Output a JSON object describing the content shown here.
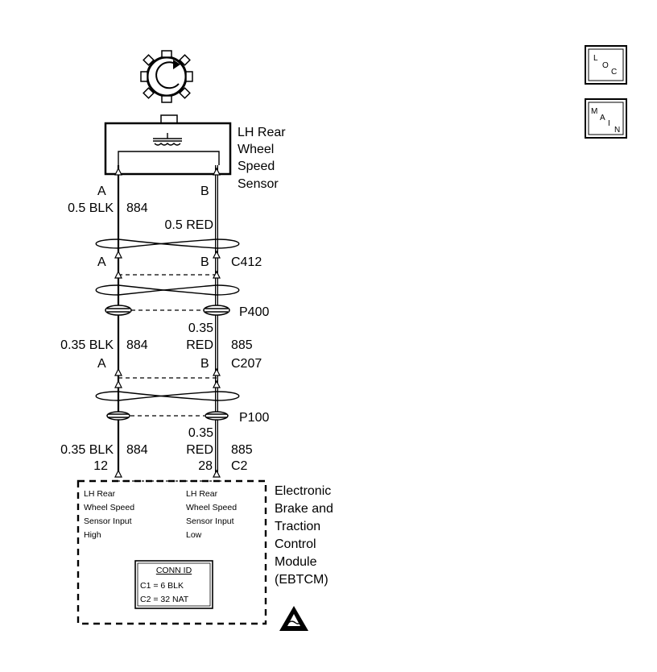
{
  "sensor": {
    "name_lines": [
      "LH Rear",
      "Wheel",
      "Speed",
      "Sensor"
    ],
    "pin_a": "A",
    "pin_b": "B"
  },
  "wires": {
    "sensor_left_size": "0.5 BLK",
    "sensor_left_circuit": "884",
    "sensor_right": "0.5 RED",
    "mid_left_size": "0.35 BLK",
    "mid_left_circuit": "884",
    "mid_right_size": "0.35",
    "mid_right_color": "RED",
    "mid_right_circuit": "885",
    "low_left_size": "0.35 BLK",
    "low_left_circuit": "884",
    "low_right_size": "0.35",
    "low_right_color": "RED",
    "low_right_circuit": "885"
  },
  "connectors": {
    "c412": {
      "name": "C412",
      "pin_a": "A",
      "pin_b": "B"
    },
    "c207": {
      "name": "C207",
      "pin_a": "A",
      "pin_b": "B"
    },
    "c2": {
      "name": "C2",
      "pin_left": "12",
      "pin_right": "28"
    },
    "p400": "P400",
    "p100": "P100"
  },
  "module": {
    "name_lines": [
      "Electronic",
      "Brake and",
      "Traction",
      "Control",
      "Module",
      "(EBTCM)"
    ],
    "left_input": [
      "LH Rear",
      "Wheel Speed",
      "Sensor Input",
      "High"
    ],
    "right_input": [
      "LH Rear",
      "Wheel Speed",
      "Sensor Input",
      "Low"
    ],
    "conn_id": {
      "title": "CONN ID",
      "line1": "C1 = 6 BLK",
      "line2": "C2 = 32 NAT"
    }
  },
  "nav": {
    "loc": {
      "l1": "L",
      "l2": "O",
      "l3": "C"
    },
    "main": {
      "l1": "M",
      "l2": "A",
      "l3": "I",
      "l4": "N"
    }
  }
}
